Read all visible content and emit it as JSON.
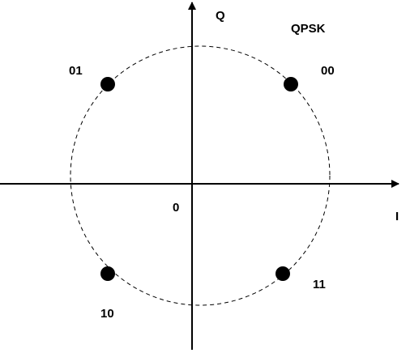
{
  "diagram": {
    "title": "QPSK",
    "axes": {
      "horizontal_label": "I",
      "vertical_label": "Q",
      "origin_label": "0"
    },
    "circle": {
      "style": "dashed"
    },
    "constellation_points": [
      {
        "symbol": "00",
        "quadrant": "upper-right"
      },
      {
        "symbol": "01",
        "quadrant": "upper-left"
      },
      {
        "symbol": "10",
        "quadrant": "lower-left"
      },
      {
        "symbol": "11",
        "quadrant": "lower-right"
      }
    ]
  },
  "colors": {
    "background": "#ffffff",
    "ink": "#000000"
  }
}
